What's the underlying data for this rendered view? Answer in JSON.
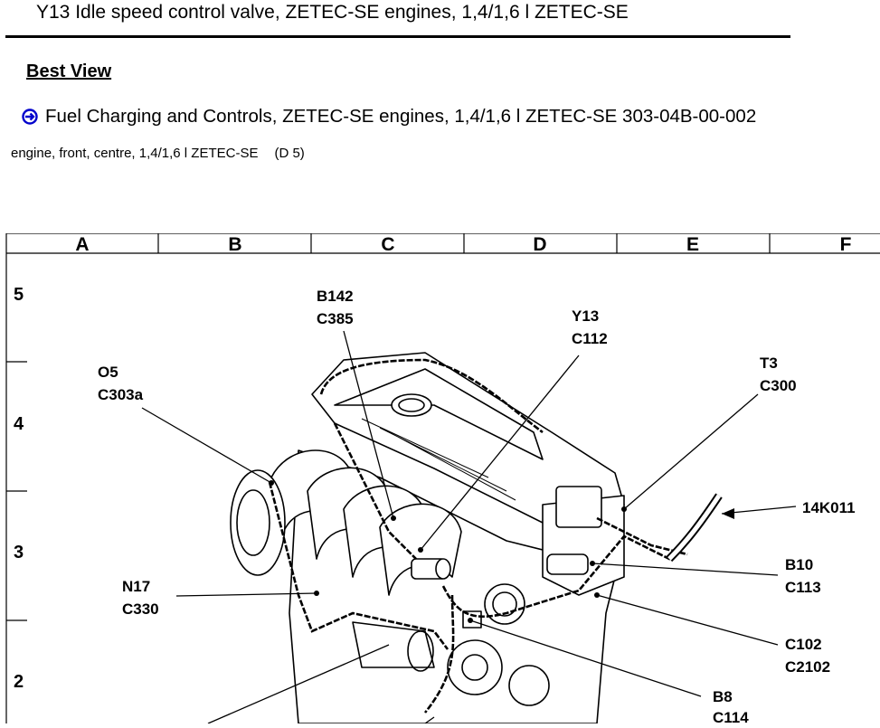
{
  "header": {
    "title": "Y13 Idle speed control valve, ZETEC-SE engines, 1,4/1,6 l ZETEC-SE"
  },
  "best_view": {
    "label": "Best View",
    "link_text": "Fuel Charging and Controls, ZETEC-SE engines, 1,4/1,6 l ZETEC-SE 303-04B-00-002",
    "link_icon": "arrow-circle-right-icon",
    "link_color": "#0000cc"
  },
  "location": {
    "text": "engine, front, centre, 1,4/1,6 l ZETEC-SE",
    "grid_ref": "(D 5)"
  },
  "grid": {
    "columns": [
      "A",
      "B",
      "C",
      "D",
      "E",
      "F"
    ],
    "rows": [
      "5",
      "4",
      "3",
      "2"
    ]
  },
  "callouts": [
    {
      "id": "b142",
      "line1": "B142",
      "line2": "C385"
    },
    {
      "id": "y13",
      "line1": "Y13",
      "line2": "C112"
    },
    {
      "id": "o5",
      "line1": "O5",
      "line2": "C303a"
    },
    {
      "id": "t3",
      "line1": "T3",
      "line2": "C300"
    },
    {
      "id": "14k011",
      "line1": "14K011",
      "line2": ""
    },
    {
      "id": "b10",
      "line1": "B10",
      "line2": "C113"
    },
    {
      "id": "n17",
      "line1": "N17",
      "line2": "C330"
    },
    {
      "id": "c102",
      "line1": "C102",
      "line2": "C2102"
    },
    {
      "id": "b8",
      "line1": "B8",
      "line2": "C114"
    }
  ]
}
